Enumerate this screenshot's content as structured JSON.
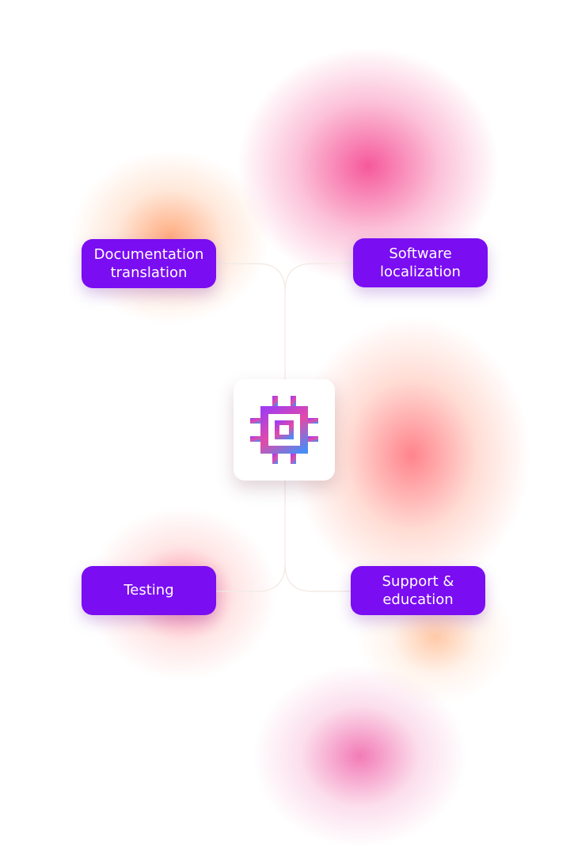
{
  "diagram": {
    "nodes": [
      {
        "id": "documentation-translation",
        "label": "Documentation\ntranslation"
      },
      {
        "id": "software-localization",
        "label": "Software\nlocalization"
      },
      {
        "id": "testing",
        "label": "Testing"
      },
      {
        "id": "support-education",
        "label": "Support &\neducation"
      }
    ],
    "hub": {
      "icon": "chip-icon"
    },
    "colors": {
      "node_fill": "#7a0df2",
      "node_text": "#ffffff",
      "icon_gradient_start": "#a13df0",
      "icon_gradient_mid": "#e24aa8",
      "icon_gradient_end": "#4a8cf5",
      "connector": "#f4ebe6"
    }
  }
}
